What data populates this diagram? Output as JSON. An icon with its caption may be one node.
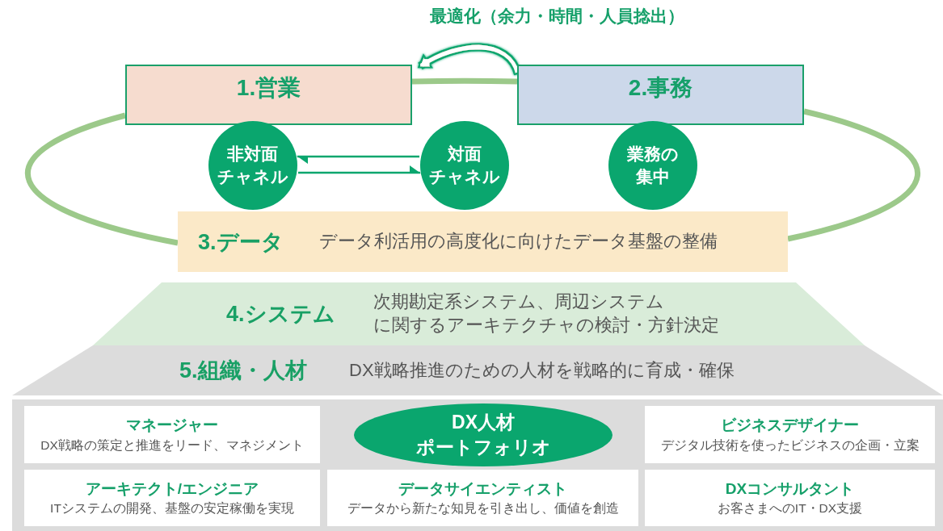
{
  "diagram": {
    "nodes": [
      {
        "text": [
          "1.営業"
        ]
      },
      {
        "text": [
          "2.事務"
        ]
      },
      {
        "text": [
          "非対面チャネル"
        ]
      },
      {
        "text": [
          "対面チャネル"
        ]
      },
      {
        "text": [
          "業務の集中"
        ]
      },
      {
        "text": [
          "3.データ",
          "データ利活用の高度化に向けたデータ基盤の整備"
        ]
      },
      {
        "text": [
          "4.システム",
          "次期勘定系システム、周辺システムに関するアーキテクチャの検討・方針決定"
        ]
      },
      {
        "text": [
          "5.組織・人材",
          "DX戦略推進のための人材を戦略的に育成・確保"
        ]
      },
      {
        "text": [],
        "shape": "box"
      },
      {
        "text": [
          "マネージャー",
          "DX戦略の策定と推進をリード、マネジメント"
        ],
        "in": 8
      },
      {
        "text": [
          "DX人材ポートフォリオ"
        ],
        "in": 8
      },
      {
        "text": [
          "ビジネスデザイナー",
          "デジタル技術を使ったビジネスの企画・立案"
        ],
        "in": 8
      },
      {
        "text": [
          "アーキテクト/エンジニア",
          "ITシステムの開発、基盤の安定稼働を実現"
        ],
        "in": 8
      },
      {
        "text": [
          "データサイエンティスト",
          "データから新たな知見を引き出し、価値を創造"
        ],
        "in": 8
      },
      {
        "text": [
          "DXコンサルタント",
          "お客さまへのIT・DX支援"
        ],
        "in": 8
      }
    ],
    "edges": [
      {
        "from": 1,
        "to": 0,
        "arrow": "to",
        "label": "最適化（余力・時間・人員捻出）",
        "color": "#0aa66e"
      },
      {
        "from": 3,
        "to": 2,
        "arrow": "to",
        "color": "#0aa66e"
      },
      {
        "from": 2,
        "to": 3,
        "arrow": "to",
        "color": "#0aa66e"
      },
      {
        "from": 0,
        "to": 1,
        "arrow": "none",
        "color": "#9cc98a"
      },
      {
        "from": 0,
        "to": 5,
        "arrow": "none",
        "color": "#9cc98a"
      },
      {
        "from": 1,
        "to": 5,
        "arrow": "none",
        "color": "#9cc98a"
      }
    ]
  }
}
